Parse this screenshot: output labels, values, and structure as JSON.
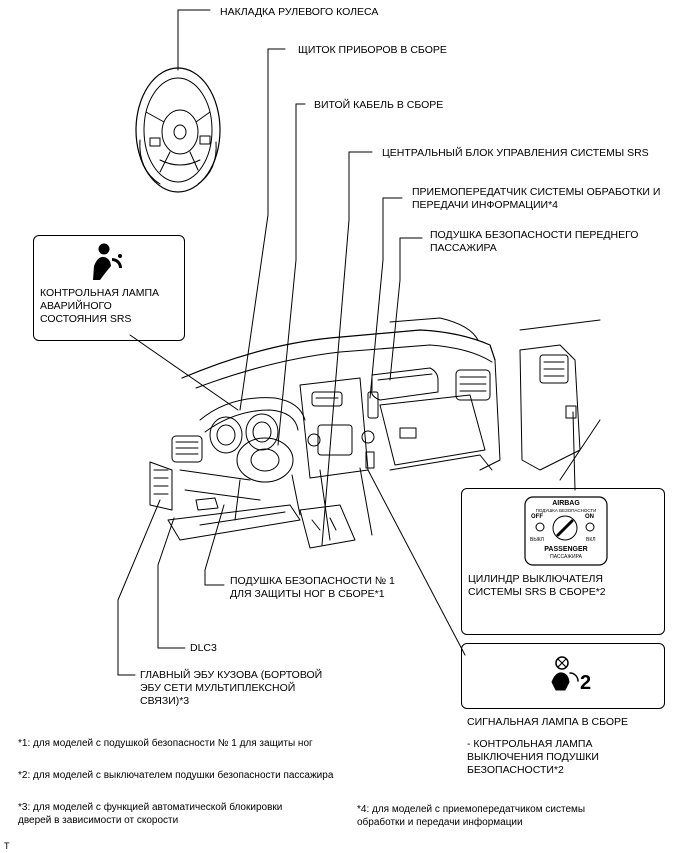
{
  "callouts": {
    "steering_pad": "НАКЛАДКА РУЛЕВОГО КОЛЕСА",
    "combination_meter": "ЩИТОК ПРИБОРОВ В СБОРЕ",
    "spiral_cable": "ВИТОЙ КАБЕЛЬ В СБОРЕ",
    "srs_center": "ЦЕНТРАЛЬНЫЙ БЛОК УПРАВЛЕНИЯ СИСТЕМЫ SRS",
    "transceiver_1": "ПРИЕМОПЕРЕДАТЧИК СИСТЕМЫ ОБРАБОТКИ И",
    "transceiver_2": "ПЕРЕДАЧИ ИНФОРМАЦИИ*4",
    "passenger_airbag_1": "ПОДУШКА БЕЗОПАСНОСТИ ПЕРЕДНЕГО",
    "passenger_airbag_2": "ПАССАЖИРА",
    "warning_lamp_1": "КОНТРОЛЬНАЯ ЛАМПА",
    "warning_lamp_2": "АВАРИЙНОГО",
    "warning_lamp_3": "СОСТОЯНИЯ SRS",
    "knee_airbag_1": "ПОДУШКА БЕЗОПАСНОСТИ № 1",
    "knee_airbag_2": "ДЛЯ ЗАЩИТЫ НОГ В СБОРЕ*1",
    "dlc3": "DLC3",
    "body_ecu_1": "ГЛАВНЫЙ ЭБУ КУЗОВА (БОРТОВОЙ",
    "body_ecu_2": "ЭБУ СЕТИ МУЛЬТИПЛЕКСНОЙ",
    "body_ecu_3": "СВЯЗИ)*3",
    "cylinder_1": "ЦИЛИНДР ВЫКЛЮЧАТЕЛЯ",
    "cylinder_2": "СИСТЕМЫ SRS В СБОРЕ*2",
    "indicator_1": "СИГНАЛЬНАЯ ЛАМПА В СБОРЕ",
    "indicator_2": "- КОНТРОЛЬНАЯ ЛАМПА",
    "indicator_3": "ВЫКЛЮЧЕНИЯ ПОДУШКИ",
    "indicator_4": "БЕЗОПАСНОСТИ*2"
  },
  "switch_face": {
    "airbag": "AIRBAG",
    "airbag_ru": "ПОДУШКА БЕЗОПАСНОСТИ",
    "off": "OFF",
    "on": "ON",
    "off_ru": "ВЫКЛ",
    "on_ru": "ВКЛ",
    "passenger": "PASSENGER",
    "passenger_ru": "ПАССАЖИРА"
  },
  "indicator_symbol": "2",
  "notes": {
    "n1": "*1: для моделей с подушкой безопасности № 1 для защиты ног",
    "n2": "*2: для моделей с выключателем подушки безопасности пассажира",
    "n3a": "*3: для моделей с функцией автоматической блокировки",
    "n3b": "дверей в зависимости от скорости",
    "n4a": "*4: для моделей с приемопередатчиком системы",
    "n4b": "обработки и передачи информации"
  },
  "corner_mark": "T"
}
